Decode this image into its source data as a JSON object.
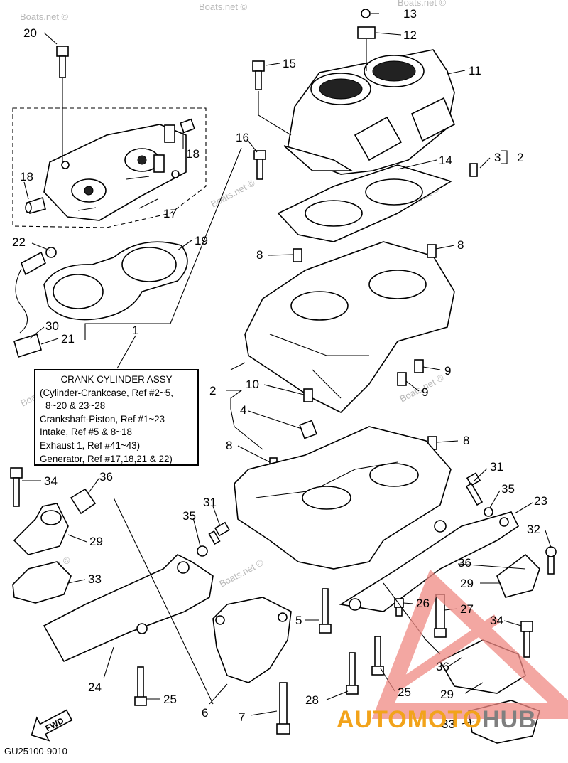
{
  "watermark": "Boats.net ©",
  "callouts": [
    {
      "id": "c20",
      "label": "20"
    },
    {
      "id": "c13",
      "label": "13"
    },
    {
      "id": "c12",
      "label": "12"
    },
    {
      "id": "c15",
      "label": "15"
    },
    {
      "id": "c11",
      "label": "11"
    },
    {
      "id": "c16",
      "label": "16"
    },
    {
      "id": "c3",
      "label": "3"
    },
    {
      "id": "c2a",
      "label": "2"
    },
    {
      "id": "c14",
      "label": "14"
    },
    {
      "id": "c18a",
      "label": "18"
    },
    {
      "id": "c18b",
      "label": "18"
    },
    {
      "id": "c17",
      "label": "17"
    },
    {
      "id": "c22",
      "label": "22"
    },
    {
      "id": "c19",
      "label": "19"
    },
    {
      "id": "c8a",
      "label": "8"
    },
    {
      "id": "c8b",
      "label": "8"
    },
    {
      "id": "c30",
      "label": "30"
    },
    {
      "id": "c21",
      "label": "21"
    },
    {
      "id": "c1",
      "label": "1"
    },
    {
      "id": "c9a",
      "label": "9"
    },
    {
      "id": "c9b",
      "label": "9"
    },
    {
      "id": "c2b",
      "label": "2"
    },
    {
      "id": "c10",
      "label": "10"
    },
    {
      "id": "c4",
      "label": "4"
    },
    {
      "id": "c8c",
      "label": "8"
    },
    {
      "id": "c8d",
      "label": "8"
    },
    {
      "id": "c34a",
      "label": "34"
    },
    {
      "id": "c36a",
      "label": "36"
    },
    {
      "id": "c31a",
      "label": "31"
    },
    {
      "id": "c35a",
      "label": "35"
    },
    {
      "id": "c31b",
      "label": "31"
    },
    {
      "id": "c35b",
      "label": "35"
    },
    {
      "id": "c23",
      "label": "23"
    },
    {
      "id": "c29a",
      "label": "29"
    },
    {
      "id": "c32",
      "label": "32"
    },
    {
      "id": "c36b",
      "label": "36"
    },
    {
      "id": "c33a",
      "label": "33"
    },
    {
      "id": "c29b",
      "label": "29"
    },
    {
      "id": "c26",
      "label": "26"
    },
    {
      "id": "c27",
      "label": "27"
    },
    {
      "id": "c5",
      "label": "5"
    },
    {
      "id": "c34b",
      "label": "34"
    },
    {
      "id": "c36c",
      "label": "36"
    },
    {
      "id": "c24",
      "label": "24"
    },
    {
      "id": "c25a",
      "label": "25"
    },
    {
      "id": "c25b",
      "label": "25"
    },
    {
      "id": "c29c",
      "label": "29"
    },
    {
      "id": "c6",
      "label": "6"
    },
    {
      "id": "c28",
      "label": "28"
    },
    {
      "id": "c7",
      "label": "7"
    },
    {
      "id": "c33b",
      "label": "33"
    }
  ],
  "note": {
    "title": "CRANK CYLINDER ASSY",
    "lines": [
      "(Cylinder-Crankcase, Ref #2~5,",
      " 8~20 & 23~28",
      "Crankshaft-Piston, Ref #1~23",
      "Intake, Ref #5 & 8~18",
      "Exhaust 1, Ref #41~43)",
      "Generator, Ref #17,18,21 & 22)"
    ]
  },
  "fwd_label": "FWD",
  "diagram_code": "GU25100-9010",
  "brand": {
    "part1": "AUTOMOTO",
    "part2": "HUB"
  },
  "colors": {
    "logo_triangle": "#f08a84",
    "brand_orange": "#f2a31b",
    "brand_gray": "#7f7f7f"
  }
}
